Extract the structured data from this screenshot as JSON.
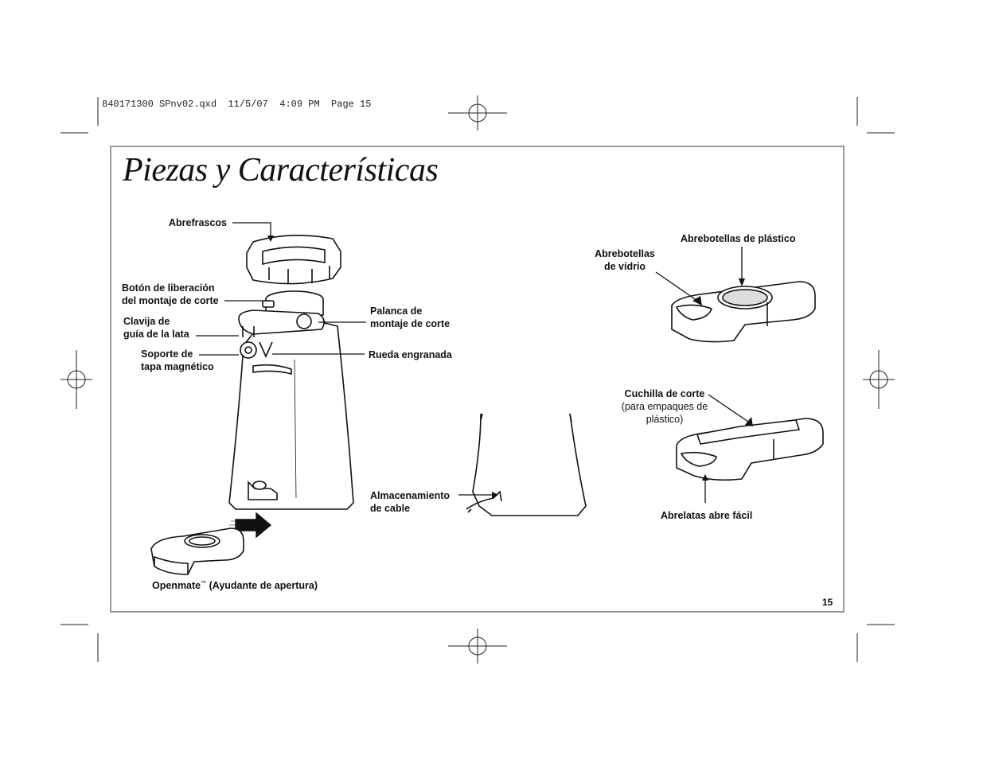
{
  "header": {
    "slug": "840171300 SPnv02.qxd  11/5/07  4:09 PM  Page 15"
  },
  "page": {
    "title": "Piezas y Características",
    "page_number": "15"
  },
  "labels": {
    "abrefrascos": "Abrefrascos",
    "boton_line1": "Botón de liberación",
    "boton_line2": "del montaje de corte",
    "clavija_line1": "Clavija de",
    "clavija_line2": "guía de la lata",
    "soporte_line1": "Soporte de",
    "soporte_line2": "tapa magnético",
    "palanca_line1": "Palanca de",
    "palanca_line2": "montaje de corte",
    "rueda": "Rueda engranada",
    "almacen_line1": "Almacenamiento",
    "almacen_line2": "de cable",
    "openmate_name": "Openmate",
    "openmate_tm": "™",
    "openmate_rest": " (Ayudante de apertura)",
    "abrebot_plastico": "Abrebotellas de plástico",
    "abrebot_vidrio_line1": "Abrebotellas",
    "abrebot_vidrio_line2": "de vidrio",
    "cuchilla_line1": "Cuchilla de corte",
    "cuchilla_line2": "(para empaques de",
    "cuchilla_line3": "plástico)",
    "abrelatas": "Abrelatas abre fácil"
  }
}
